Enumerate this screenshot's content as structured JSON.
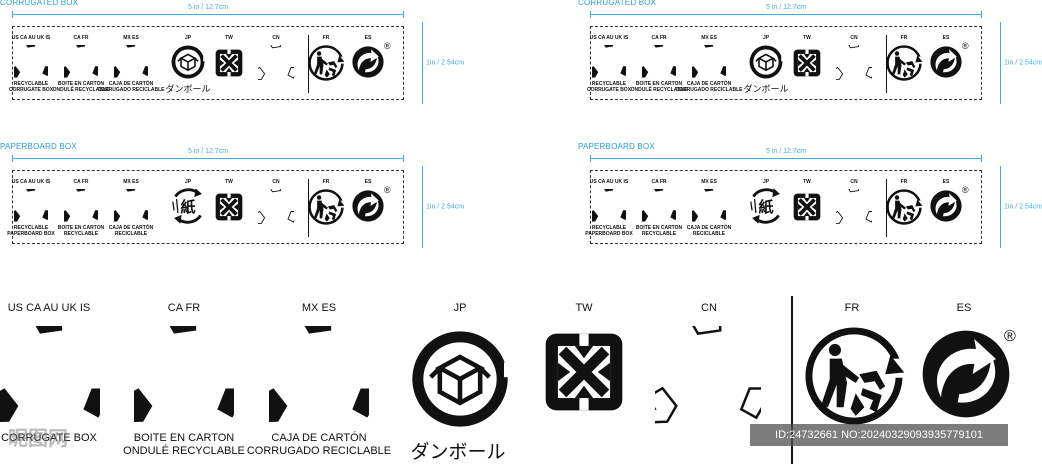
{
  "panels": [
    {
      "title": "CORRUGATED BOX",
      "width_label": "5 in / 12.7cm",
      "height_label": "1in / 2.54cm",
      "codes": [
        "US CA AU UK IS",
        "CA FR",
        "MX ES",
        "JP",
        "TW",
        "CN",
        "FR",
        "ES"
      ],
      "captions": [
        "RECYCLABLE\nCORRUGATE BOX",
        "BOITE EN CARTON\nONDULÉ RECYCLABLE",
        "CAJA DE CARTÓN\nCORRUGADO RECICLABLE"
      ],
      "jp_caption": "ダンボール",
      "jp_symbol": "box"
    },
    {
      "title": "CORRUGATED BOX",
      "width_label": "5 in / 12.7cm",
      "height_label": "1in / 2.54cm",
      "codes": [
        "US CA AU UK IS",
        "CA FR",
        "MX ES",
        "JP",
        "TW",
        "CN",
        "FR",
        "ES"
      ],
      "captions": [
        "RECYCLABLE\nCORRUGATE BOX",
        "BOITE EN CARTON\nONDULÉ RECYCLABLE",
        "CAJA DE CARTÓN\nCORRUGADO RECICLABLE"
      ],
      "jp_caption": "ダンボール",
      "jp_symbol": "box"
    },
    {
      "title": "PAPERBOARD BOX",
      "width_label": "5 in / 12.7cm",
      "height_label": "1in / 2.54cm",
      "codes": [
        "US CA AU UK IS",
        "CA FR",
        "MX ES",
        "JP",
        "TW",
        "CN",
        "FR",
        "ES"
      ],
      "captions": [
        "RECYCLABLE\nPAPERBOARD BOX",
        "BOITE EN CARTON\nRECYCLABLE",
        "CAJA DE CARTÓN\nRECICLABLE"
      ],
      "jp_caption": "",
      "jp_symbol": "kami",
      "jp_kanji": "紙"
    },
    {
      "title": "PAPERBOARD BOX",
      "width_label": "5 in / 12.7cm",
      "height_label": "1in / 2.54cm",
      "codes": [
        "US CA AU UK IS",
        "CA FR",
        "MX ES",
        "JP",
        "TW",
        "CN",
        "FR",
        "ES"
      ],
      "captions": [
        "RECYCLABLE\nPAPERBOARD BOX",
        "BOITE EN CARTON\nRECYCLABLE",
        "CAJA DE CARTÓN\nRECICLABLE"
      ],
      "jp_caption": "",
      "jp_symbol": "kami",
      "jp_kanji": "紙"
    }
  ],
  "large": {
    "codes": [
      "US CA AU UK IS",
      "CA FR",
      "MX ES",
      "JP",
      "TW",
      "CN",
      "FR",
      "ES"
    ],
    "captions": [
      "CORRUGATE BOX",
      "BOITE EN CARTON\nONDULÉ RECYCLABLE",
      "CAJA DE CARTÓN\nCORRUGADO RECICLABLE"
    ],
    "jp_caption": "ダンボール",
    "registered_mark": "®"
  },
  "watermark": {
    "logo": "昵图网",
    "text": "ID:24732661 NO:20240329093935779101"
  },
  "colors": {
    "ink": "#111111",
    "dimension": "#3fb0e6",
    "title": "#2a9fd6"
  },
  "icons": [
    "recycle-icon",
    "jp-corrugated-box-icon",
    "jp-paper-kami-icon",
    "tw-recycle-icon",
    "cn-recycle-outline-icon",
    "fr-triman-icon",
    "es-green-dot-icon"
  ]
}
